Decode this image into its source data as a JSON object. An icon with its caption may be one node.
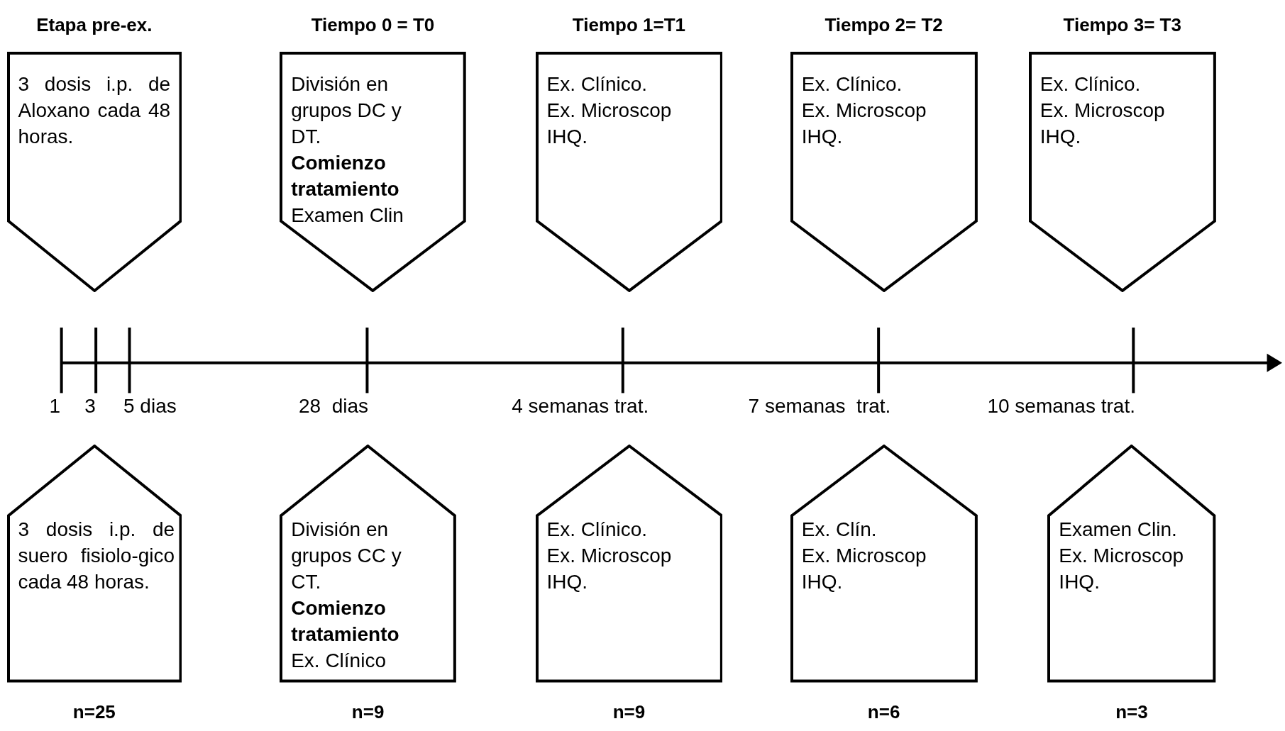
{
  "diagram": {
    "nodes": [
      {
        "text": [
          "Etapa pre-ex.",
          "3 dosis i.p. de Aloxano cada 48 horas."
        ]
      },
      {
        "text": [
          "Tiempo 0 = T0",
          "División en grupos DC y DT.",
          "Comienzo tratamiento",
          "Examen Clin"
        ]
      },
      {
        "text": [
          "Tiempo 1=T1",
          "Ex. Clínico.",
          "Ex. Microscop",
          "IHQ."
        ]
      },
      {
        "text": [
          "Tiempo 2= T2",
          "Ex. Clínico.",
          "Ex. Microscop",
          "IHQ."
        ]
      },
      {
        "text": [
          "Tiempo 3= T3",
          "Ex. Clínico.",
          "Ex. Microscop",
          "IHQ."
        ]
      },
      {
        "text": [
          "3 dosis i.p. de suero fisiolo-gico cada 48 horas."
        ],
        "beside": [
          "n=25"
        ]
      },
      {
        "text": [
          "División en grupos CC y CT.",
          "Comienzo tratamiento",
          "Ex. Clínico"
        ],
        "beside": [
          "n=9"
        ]
      },
      {
        "text": [
          "Ex. Clínico.",
          "Ex. Microscop",
          "IHQ."
        ],
        "beside": [
          "n=9"
        ]
      },
      {
        "text": [
          "Ex. Clín.",
          "Ex. Microscop",
          "IHQ."
        ],
        "beside": [
          "n=6"
        ]
      },
      {
        "text": [
          "Examen Clin.",
          "Ex. Microscop",
          "IHQ."
        ],
        "beside": [
          "n=3"
        ]
      }
    ],
    "edges": [],
    "labels": [
      "1",
      "3",
      "5 dias",
      "28  dias",
      "4 semanas trat.",
      "7 semanas  trat.",
      "10 semanas trat."
    ]
  }
}
